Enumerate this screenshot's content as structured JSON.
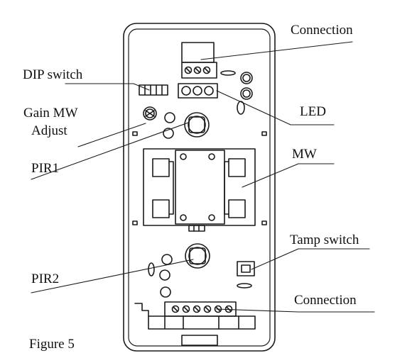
{
  "labels": {
    "connection_top": "Connection",
    "dip_switch": "DIP switch",
    "gain_mw_line1": "Gain MW",
    "gain_mw_line2": "Adjust",
    "led": "LED",
    "pir1": "PIR1",
    "mw": "MW",
    "tamp_switch": "Tamp switch",
    "pir2": "PIR2",
    "connection_bottom": "Connection",
    "figure": "Figure 5"
  },
  "colors": {
    "ink": "#1a1a1a",
    "background": "#ffffff"
  }
}
